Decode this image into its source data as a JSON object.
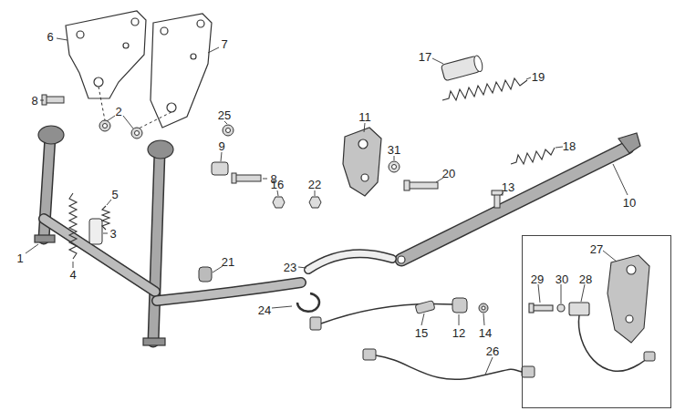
{
  "diagram": {
    "nodes": [
      {
        "text": [
          "27",
          "29",
          "30",
          "28"
        ]
      }
    ],
    "labels": [
      "6",
      "7",
      "8",
      "2",
      "5",
      "3",
      "4",
      "1",
      "9",
      "8",
      "21",
      "25",
      "11",
      "17",
      "19",
      "31",
      "20",
      "18",
      "16",
      "22",
      "10",
      "13",
      "23",
      "24",
      "15",
      "12",
      "14",
      "26"
    ]
  }
}
